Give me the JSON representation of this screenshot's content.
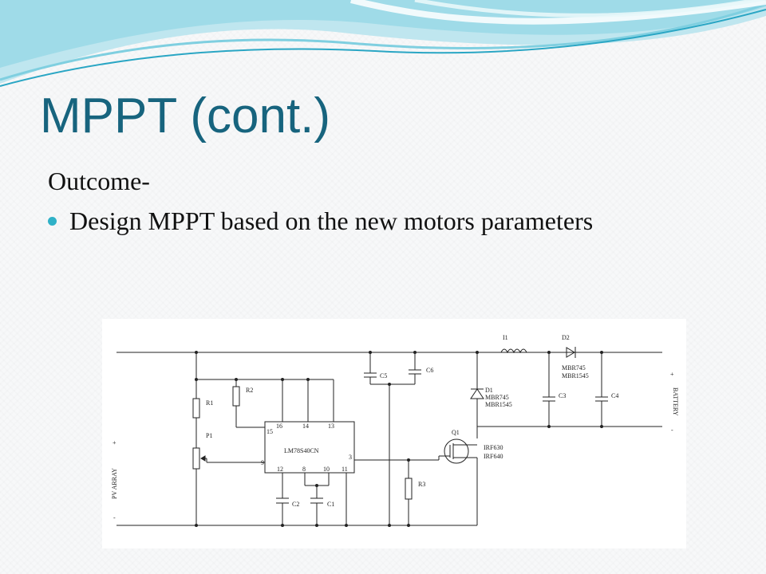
{
  "slide": {
    "title": "MPPT (cont.)",
    "subheading": "Outcome-",
    "bullets": [
      "Design MPPT based on the new motors parameters"
    ]
  },
  "schematic": {
    "ic_name": "LM78S40CN",
    "ic_pins": [
      "16",
      "14",
      "13",
      "15",
      "9",
      "3",
      "12",
      "8",
      "10",
      "11"
    ],
    "components": {
      "R1": "R1",
      "R2": "R2",
      "R3": "R3",
      "P1": "P1",
      "C1": "C1",
      "C2": "C2",
      "C3": "C3",
      "C4": "C4",
      "C5": "C5",
      "C6": "C6",
      "I1": "I1",
      "D1": "D1",
      "D1_part_a": "MBR745",
      "D1_part_b": "MBR1545",
      "D2": "D2",
      "D2_part_a": "MBR745",
      "D2_part_b": "MBR1545",
      "Q1": "Q1",
      "Q1_part_a": "IRF630",
      "Q1_part_b": "IRF640"
    },
    "input_label": "PV ARRAY",
    "output_label": "BATTERY",
    "plus": "+",
    "minus": "-"
  },
  "colors": {
    "title": "#17647e",
    "bullet": "#2fb1c7",
    "wave_light": "#bfe6ef",
    "wave_mid": "#7fcfe0",
    "wave_dark": "#2aa6c4"
  }
}
